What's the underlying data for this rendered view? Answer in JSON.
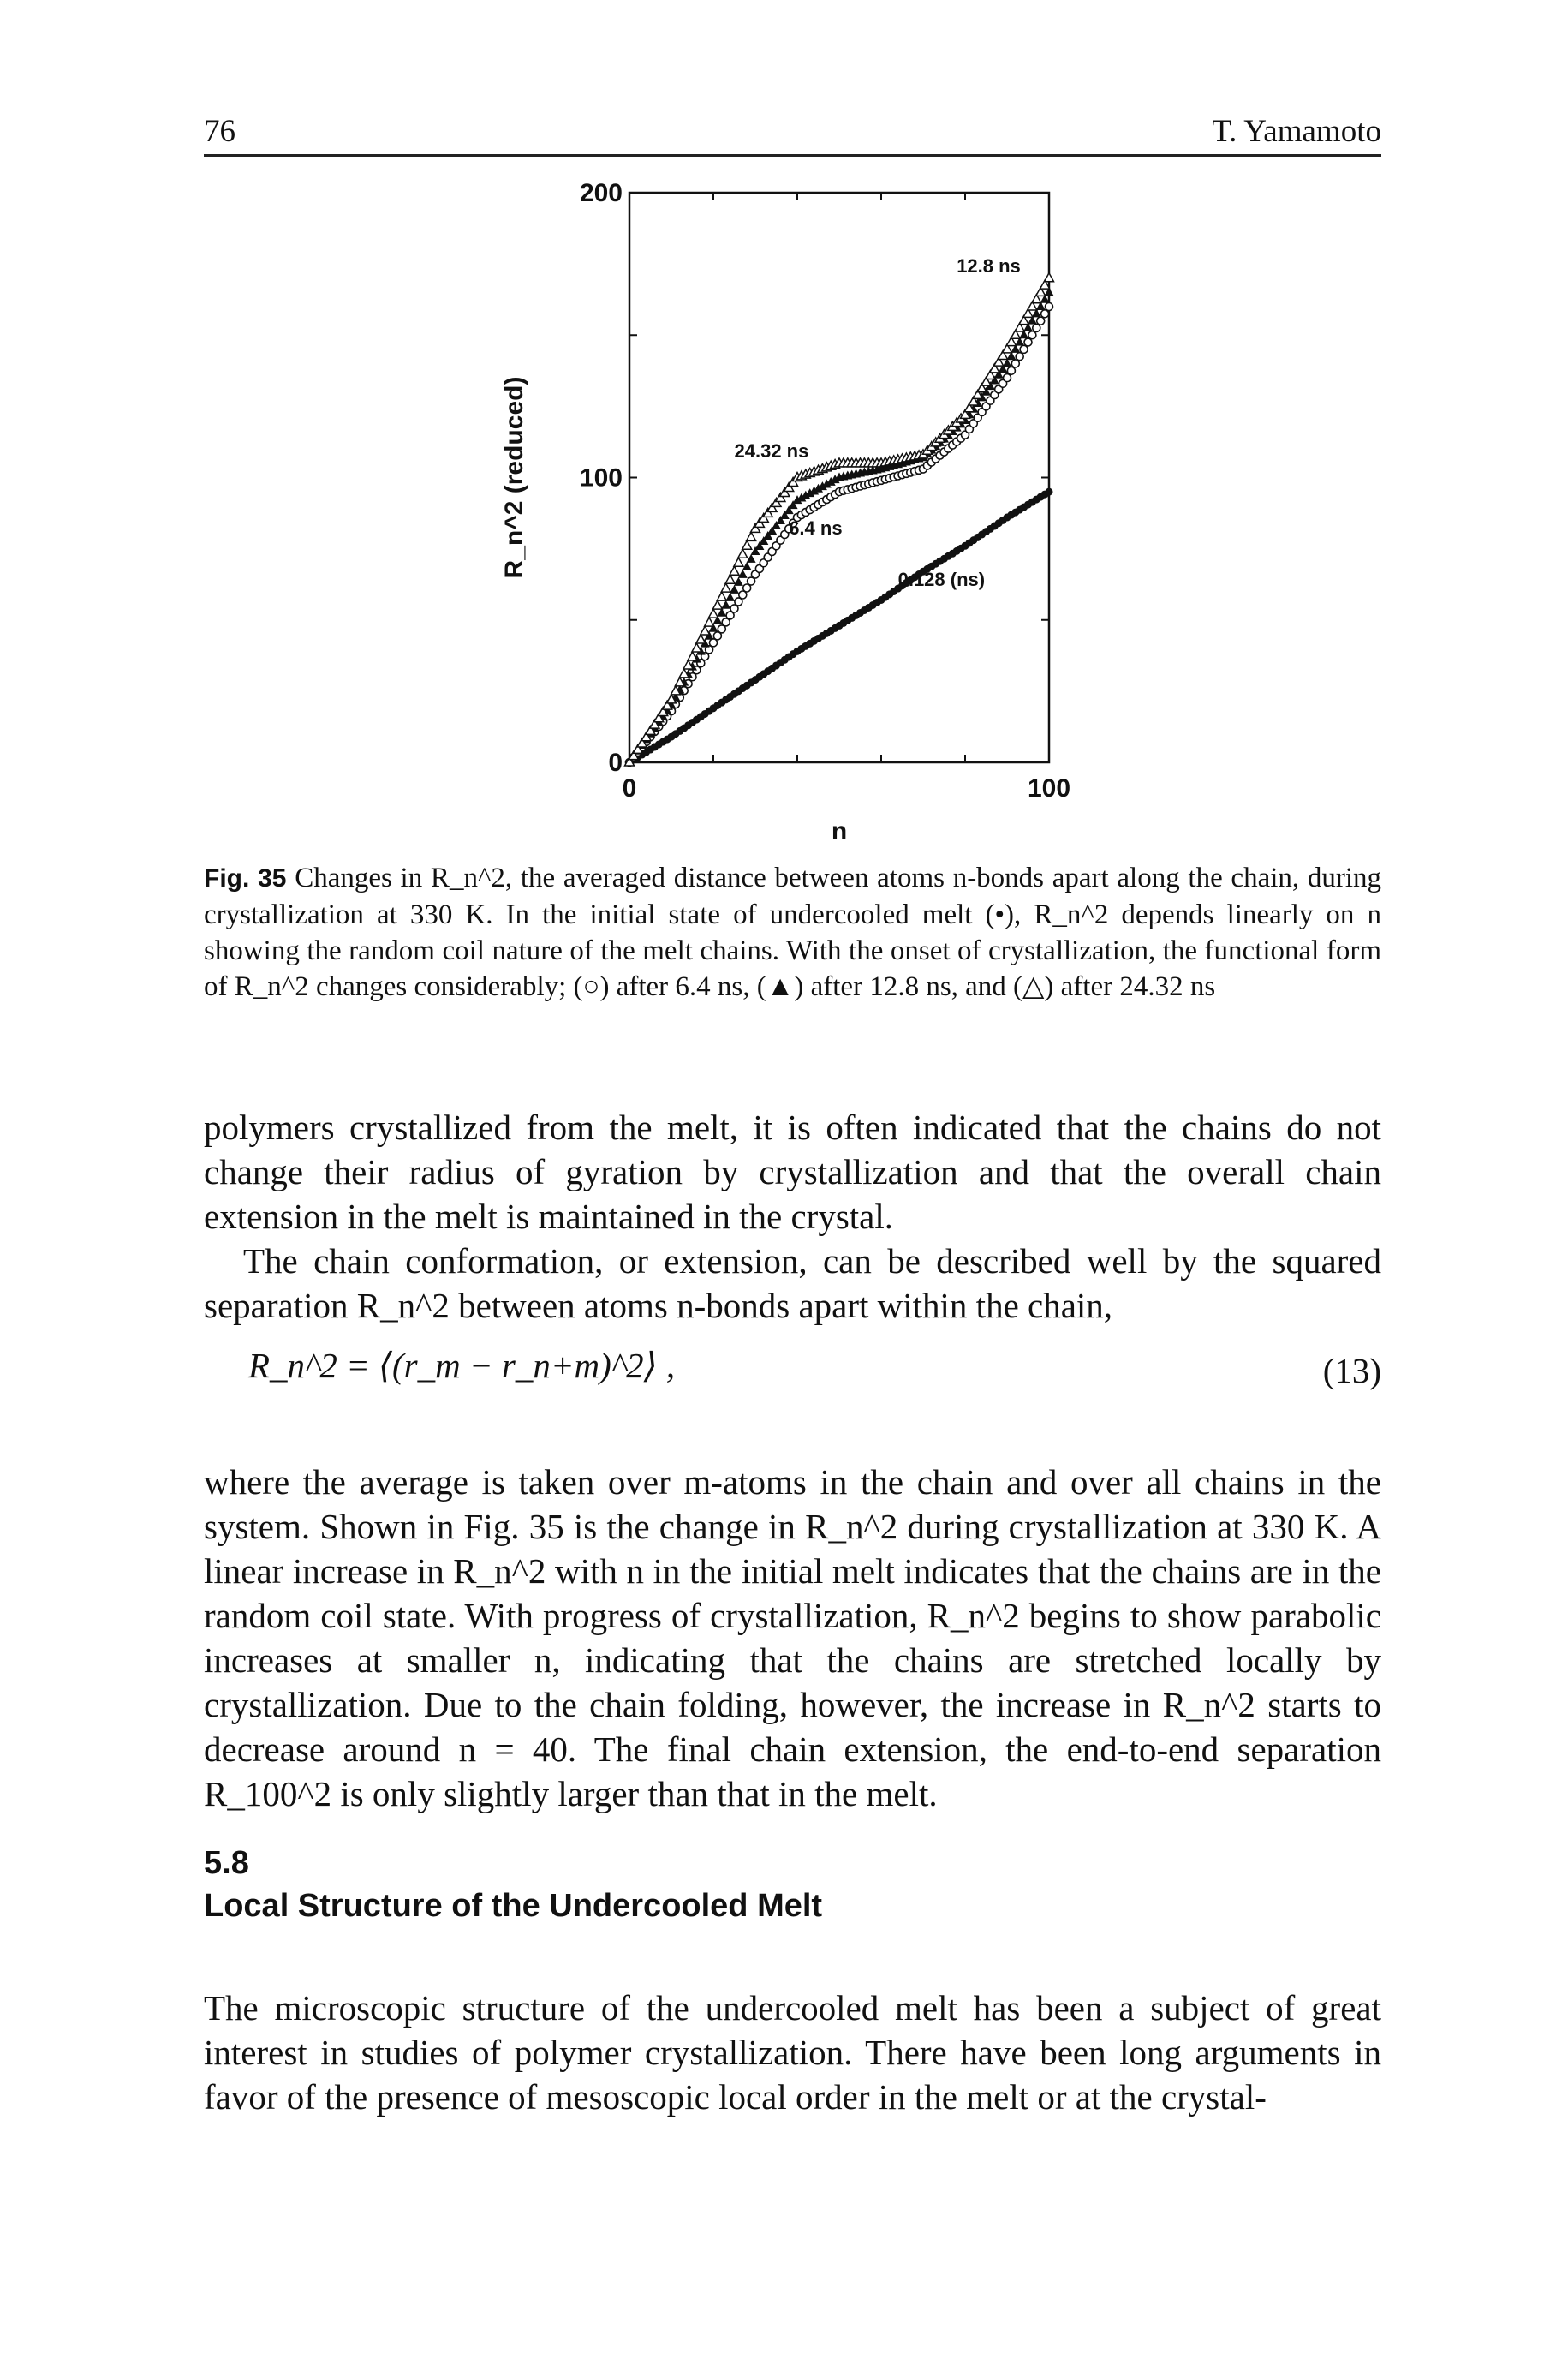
{
  "header": {
    "page_number": "76",
    "author": "T. Yamamoto"
  },
  "chart_data": {
    "type": "scatter",
    "xlabel": "n",
    "ylabel": "R_n^2 (reduced)",
    "xlim": [
      0,
      100
    ],
    "ylim": [
      0,
      200
    ],
    "x_ticks": [
      "0",
      "100"
    ],
    "y_ticks": [
      "0",
      "100",
      "200"
    ],
    "annotations": [
      "12.8 ns",
      "24.32 ns",
      "6.4 ns",
      "0.128 (ns)"
    ],
    "series": [
      {
        "name": "0.128 (ns)",
        "marker": "filled-circle",
        "x": [
          0,
          10,
          20,
          30,
          40,
          50,
          60,
          70,
          80,
          90,
          100
        ],
        "y": [
          0,
          9,
          19,
          29,
          39,
          48,
          57,
          67,
          76,
          86,
          95
        ]
      },
      {
        "name": "6.4 ns",
        "marker": "open-circle",
        "x": [
          0,
          10,
          20,
          30,
          40,
          50,
          60,
          70,
          80,
          90,
          100
        ],
        "y": [
          0,
          18,
          42,
          66,
          86,
          95,
          99,
          103,
          115,
          135,
          160
        ]
      },
      {
        "name": "12.8 ns",
        "marker": "filled-triangle",
        "x": [
          0,
          10,
          20,
          30,
          40,
          50,
          60,
          70,
          80,
          90,
          100
        ],
        "y": [
          0,
          20,
          47,
          74,
          92,
          100,
          103,
          107,
          120,
          140,
          165
        ]
      },
      {
        "name": "24.32 ns",
        "marker": "open-triangle",
        "x": [
          0,
          10,
          20,
          30,
          40,
          50,
          60,
          70,
          80,
          90,
          100
        ],
        "y": [
          0,
          22,
          52,
          82,
          100,
          105,
          105,
          108,
          122,
          145,
          170
        ]
      }
    ]
  },
  "caption": {
    "label": "Fig. 35",
    "text": "Changes in R_n^2, the averaged distance between atoms n-bonds apart along the chain, during crystallization at 330 K. In the initial state of undercooled melt (•), R_n^2 depends linearly on n showing the random coil nature of the melt chains. With the onset of crystallization, the functional form of R_n^2 changes considerably; (○) after 6.4 ns, (▲) after 12.8 ns, and (△) after 24.32 ns"
  },
  "body": {
    "p1": "polymers crystallized from the melt, it is often indicated that the chains do not change their radius of gyration by crystallization and that the overall chain extension in the melt is maintained in the crystal.",
    "p2": "The chain conformation, or extension, can be described well by the squared separation R_n^2 between atoms n-bonds apart within the chain,",
    "equation": "R_n^2 = ⟨(r_m − r_n+m)^2⟩ ,",
    "equation_number": "(13)",
    "p3": "where the average is taken over m-atoms in the chain and over all chains in the system. Shown in Fig. 35 is the change in R_n^2 during crystallization at 330 K. A linear increase in R_n^2 with n in the initial melt indicates that the chains are in the random coil state. With progress of crystallization, R_n^2 begins to show parabolic increases at smaller n, indicating that the chains are stretched locally by crystallization. Due to the chain folding, however, the increase in R_n^2 starts to decrease around n = 40. The final chain extension, the end-to-end separation R_100^2 is only slightly larger than that in the melt.",
    "section_number": "5.8",
    "section_title": "Local Structure of the Undercooled Melt",
    "p4": "The microscopic structure of the undercooled melt has been a subject of great interest in studies of polymer crystallization. There have been long arguments in favor of the presence of mesoscopic local order in the melt or at the crystal-"
  }
}
